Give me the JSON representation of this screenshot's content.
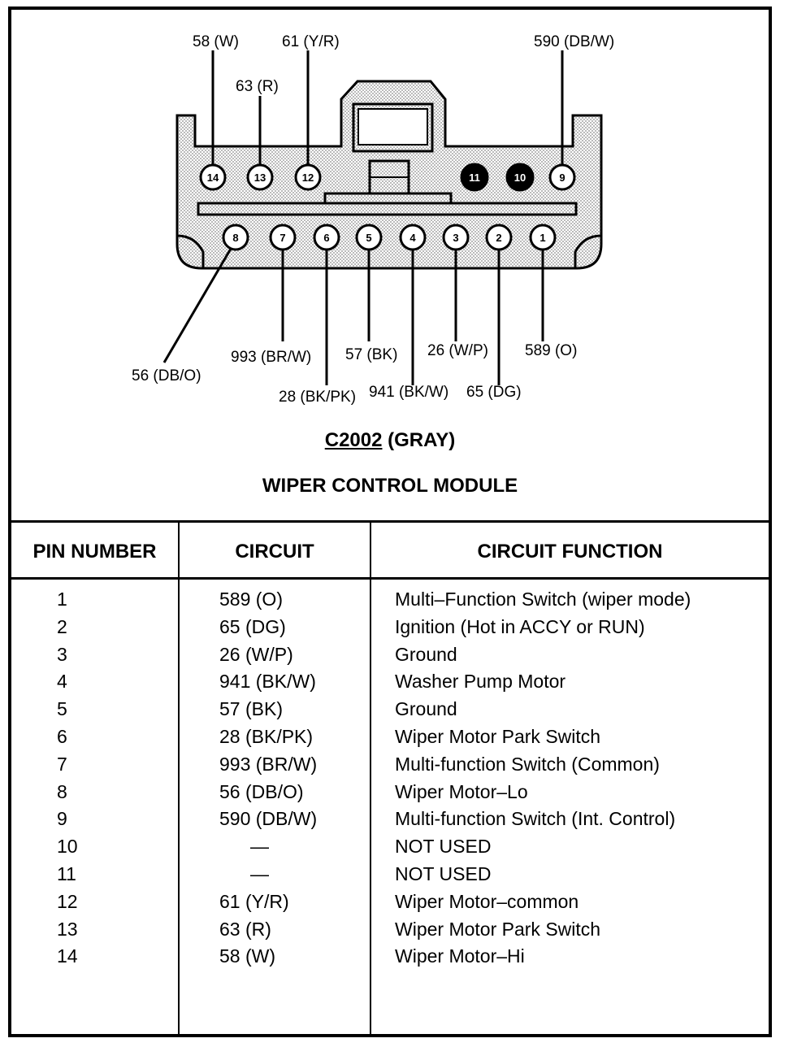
{
  "connector": {
    "callouts": {
      "pin14": "58 (W)",
      "pin12": "61 (Y/R)",
      "pin13": "63 (R)",
      "pin9": "590 (DB/W)",
      "pin8": "56 (DB/O)",
      "pin7": "993 (BR/W)",
      "pin6": "28 (BK/PK)",
      "pin5": "57 (BK)",
      "pin4": "941 (BK/W)",
      "pin3": "26 (W/P)",
      "pin2": "65 (DG)",
      "pin1": "589 (O)"
    },
    "pins_top": [
      "14",
      "13",
      "12",
      "11",
      "10",
      "9"
    ],
    "pins_bottom": [
      "8",
      "7",
      "6",
      "5",
      "4",
      "3",
      "2",
      "1"
    ],
    "unused_pins": [
      "11",
      "10"
    ],
    "connector_id": "C2002",
    "connector_color": "(GRAY)",
    "module_name": "WIPER CONTROL MODULE"
  },
  "table": {
    "headers": {
      "pin": "PIN NUMBER",
      "circuit": "CIRCUIT",
      "function": "CIRCUIT FUNCTION"
    },
    "rows": [
      {
        "pin": "1",
        "circuit": "589 (O)",
        "function": "Multi–Function Switch (wiper mode)"
      },
      {
        "pin": "2",
        "circuit": "65 (DG)",
        "function": "Ignition (Hot in ACCY or RUN)"
      },
      {
        "pin": "3",
        "circuit": "26 (W/P)",
        "function": "Ground"
      },
      {
        "pin": "4",
        "circuit": "941 (BK/W)",
        "function": "Washer Pump Motor"
      },
      {
        "pin": "5",
        "circuit": "57 (BK)",
        "function": "Ground"
      },
      {
        "pin": "6",
        "circuit": "28 (BK/PK)",
        "function": "Wiper Motor Park Switch"
      },
      {
        "pin": "7",
        "circuit": "993 (BR/W)",
        "function": "Multi-function Switch (Common)"
      },
      {
        "pin": "8",
        "circuit": "56 (DB/O)",
        "function": "Wiper Motor–Lo"
      },
      {
        "pin": "9",
        "circuit": "590 (DB/W)",
        "function": "Multi-function Switch (Int. Control)"
      },
      {
        "pin": "10",
        "circuit": "—",
        "function": "NOT USED"
      },
      {
        "pin": "11",
        "circuit": "—",
        "function": "NOT USED"
      },
      {
        "pin": "12",
        "circuit": "61 (Y/R)",
        "function": "Wiper Motor–common"
      },
      {
        "pin": "13",
        "circuit": "63 (R)",
        "function": "Wiper Motor Park Switch"
      },
      {
        "pin": "14",
        "circuit": "58 (W)",
        "function": "Wiper Motor–Hi"
      }
    ]
  }
}
